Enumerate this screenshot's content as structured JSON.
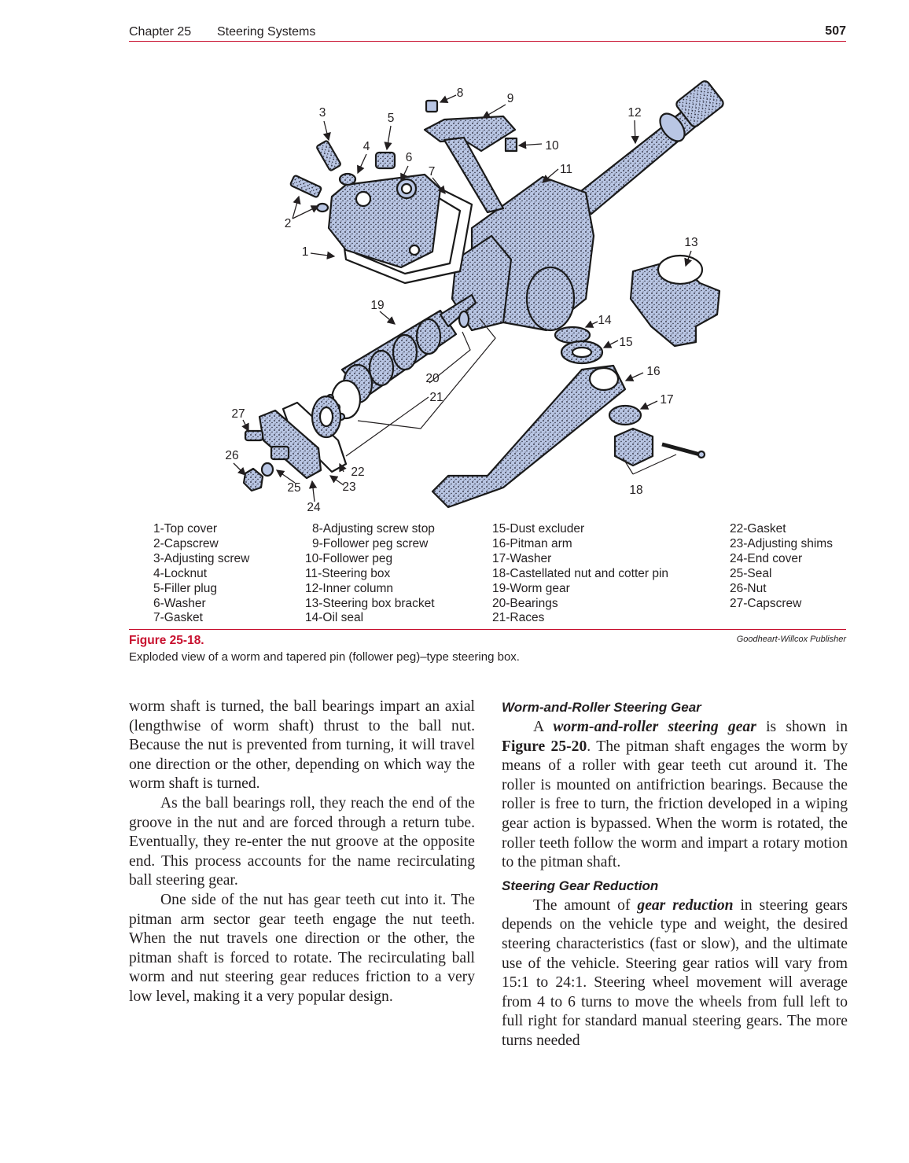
{
  "header": {
    "chapter": "Chapter 25",
    "section": "Steering Systems",
    "page": "507"
  },
  "figure": {
    "callouts": [
      "1",
      "2",
      "3",
      "4",
      "5",
      "6",
      "7",
      "8",
      "9",
      "10",
      "11",
      "12",
      "13",
      "14",
      "15",
      "16",
      "17",
      "18",
      "19",
      "20",
      "21",
      "22",
      "23",
      "24",
      "25",
      "26",
      "27"
    ],
    "legend": [
      [
        "1-Top cover",
        "2-Capscrew",
        "3-Adjusting screw",
        "4-Locknut",
        "5-Filler plug",
        "6-Washer",
        "7-Gasket"
      ],
      [
        "8-Adjusting screw stop",
        "9-Follower peg screw",
        "10-Follower peg",
        "11-Steering box",
        "12-Inner column",
        "13-Steering box bracket",
        "14-Oil seal"
      ],
      [
        "15-Dust excluder",
        "16-Pitman arm",
        "17-Washer",
        "18-Castellated nut and cotter pin",
        "19-Worm gear",
        "20-Bearings",
        "21-Races"
      ],
      [
        "22-Gasket",
        "23-Adjusting shims",
        "24-End cover",
        "25-Seal",
        "26-Nut",
        "27-Capscrew"
      ]
    ],
    "label": "Figure 25-18.",
    "credit": "Goodheart-Willcox Publisher",
    "caption": "Exploded view of a worm and tapered pin (follower peg)–type steering box."
  },
  "left_column": {
    "p1": "worm shaft is turned, the ball bearings impart an axial (lengthwise of worm shaft) thrust to the ball nut. Because the nut is prevented from turning, it will travel one direction or the other, depending on which way the worm shaft is turned.",
    "p2": "As the ball bearings roll, they reach the end of the groove in the nut and are forced through a return tube. Eventually, they re-enter the nut groove at the opposite end. This process accounts for the name recirculating ball steering gear.",
    "p3": "One side of the nut has gear teeth cut into it. The pitman arm sector gear teeth engage the nut teeth. When the nut travels one direction or the other, the pitman shaft is forced to rotate. The recirculating ball worm and nut steering gear reduces friction to a very low level, making it a very popular design."
  },
  "right_column": {
    "heading1": "Worm-and-Roller Steering Gear",
    "p1_a": "A ",
    "p1_term": "worm-and-roller steering gear",
    "p1_b": " is shown in ",
    "p1_ref": "Figure 25-20",
    "p1_c": ". The pitman shaft engages the worm by means of a roller with gear teeth cut around it. The roller is mounted on antifriction bearings. Because the roller is free to turn, the friction developed in a wiping gear action is bypassed. When the worm is rotated, the roller teeth follow the worm and impart a rotary motion to the pitman shaft.",
    "heading2": "Steering Gear Reduction",
    "p2_a": "The amount of ",
    "p2_term": "gear reduction",
    "p2_b": " in steering gears depends on the vehicle type and weight, the desired steering characteristics (fast or slow), and the ultimate use of the vehicle. Steering gear ratios will vary from 15:1 to 24:1. Steering wheel movement will average from 4 to 6 turns to move the wheels from full left to full right for standard manual steering gears. The more turns needed"
  },
  "colors": {
    "accent": "#c8102e",
    "part_fill": "#b9c6e4",
    "ink": "#231f20"
  }
}
